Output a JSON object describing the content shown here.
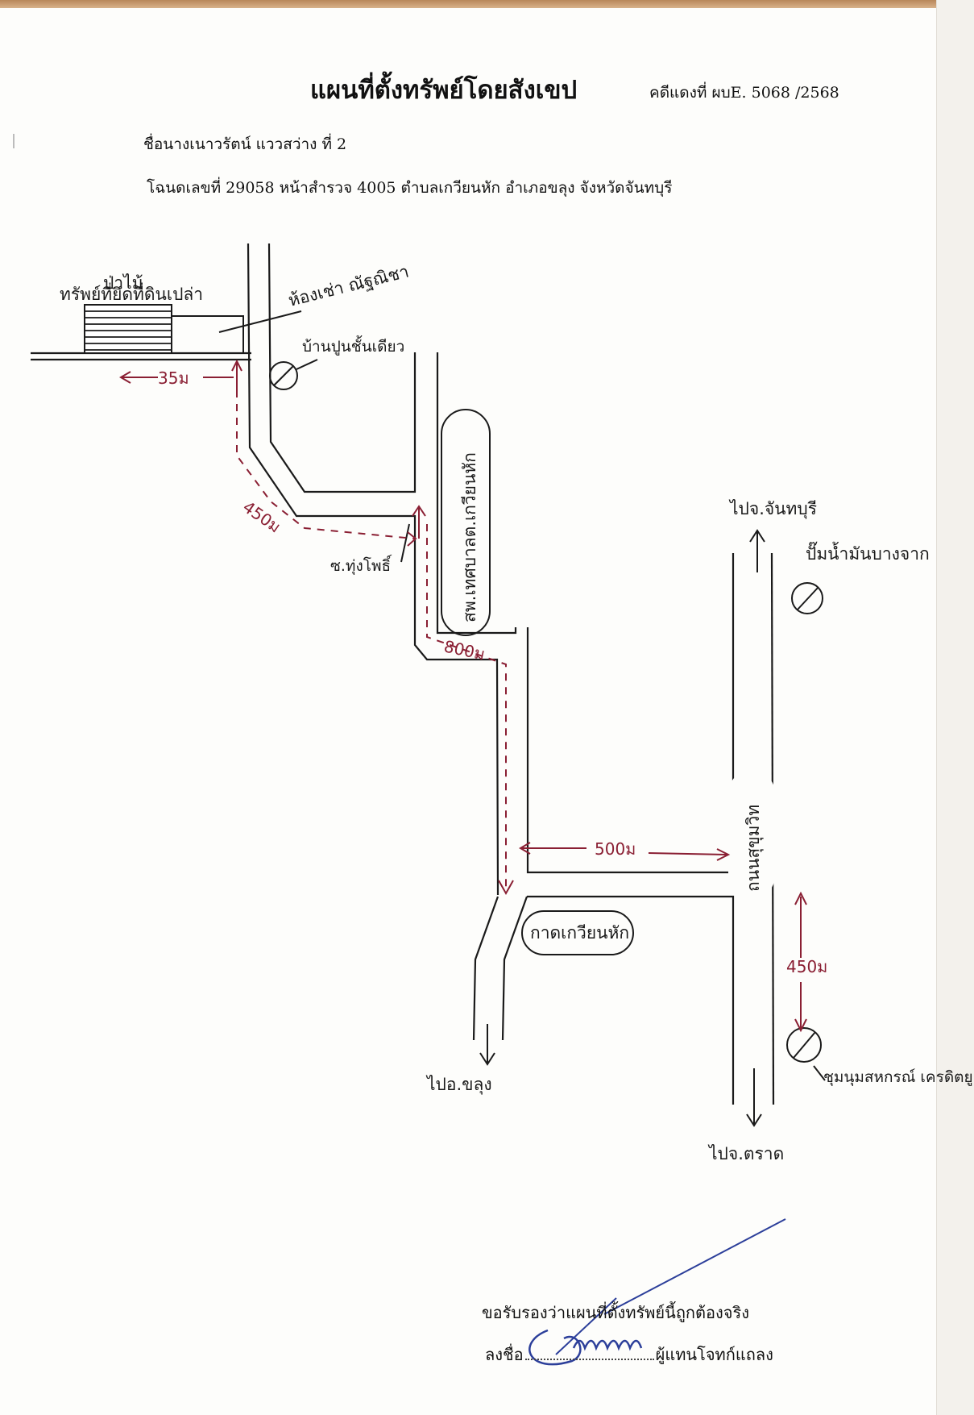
{
  "document": {
    "title": "แผนที่ตั้งทรัพย์โดยสังเขป",
    "case_number": "คดีแดงที่ ผบE. 5068 /2568",
    "owner_line": "ชื่อนางเนาวรัตน์  แววสว่าง  ที่ 2",
    "deed_line": "โฉนดเลขที่  29058   หน้าสำรวจ  4005   ตำบลเกวียนหัก  อำเภอขลุง  จังหวัดจันทบุรี"
  },
  "map_labels": {
    "property": "ทรัพย์ที่ยึดที่ดินเปล่า",
    "property_top": "ป่าไม้",
    "neighbor_rental": "ห้องเช่า ณัฐณิชา",
    "neighbor_house": "บ้านปูนชั้นเดียว",
    "school": "สพ.เทศบาลต.เกวียนหัก",
    "soi": "ซ.ทุ่งโพธิ์",
    "market": "กาดเกวียนหัก",
    "main_road": "ถนนสุขุมวิท",
    "to_chanthaburi": "ไปจ.จันทบุรี",
    "to_khlung": "ไปอ.ขลุง",
    "to_trat": "ไปจ.ตราด",
    "cooperative_right": "ปั๊มน้ำมันบางจาก",
    "community": "ชุมนุมสหกรณ์ เครดิตยูเนี่ยนฯ"
  },
  "distances": {
    "d1": "35ม",
    "d2": "450ม",
    "d3": "800ม",
    "d4": "500ม",
    "d5": "450ม"
  },
  "certification": {
    "statement": "ขอรับรองว่าแผนที่ตั้งทรัพย์นี้ถูกต้องจริง",
    "sign_prefix": "ลงชื่อ",
    "sign_suffix": "ผู้แทนโจทก์แถลง"
  },
  "colors": {
    "ink": "#1a1a1a",
    "red_ink": "#8a1f33",
    "signature_ink": "#2c3f9a"
  }
}
